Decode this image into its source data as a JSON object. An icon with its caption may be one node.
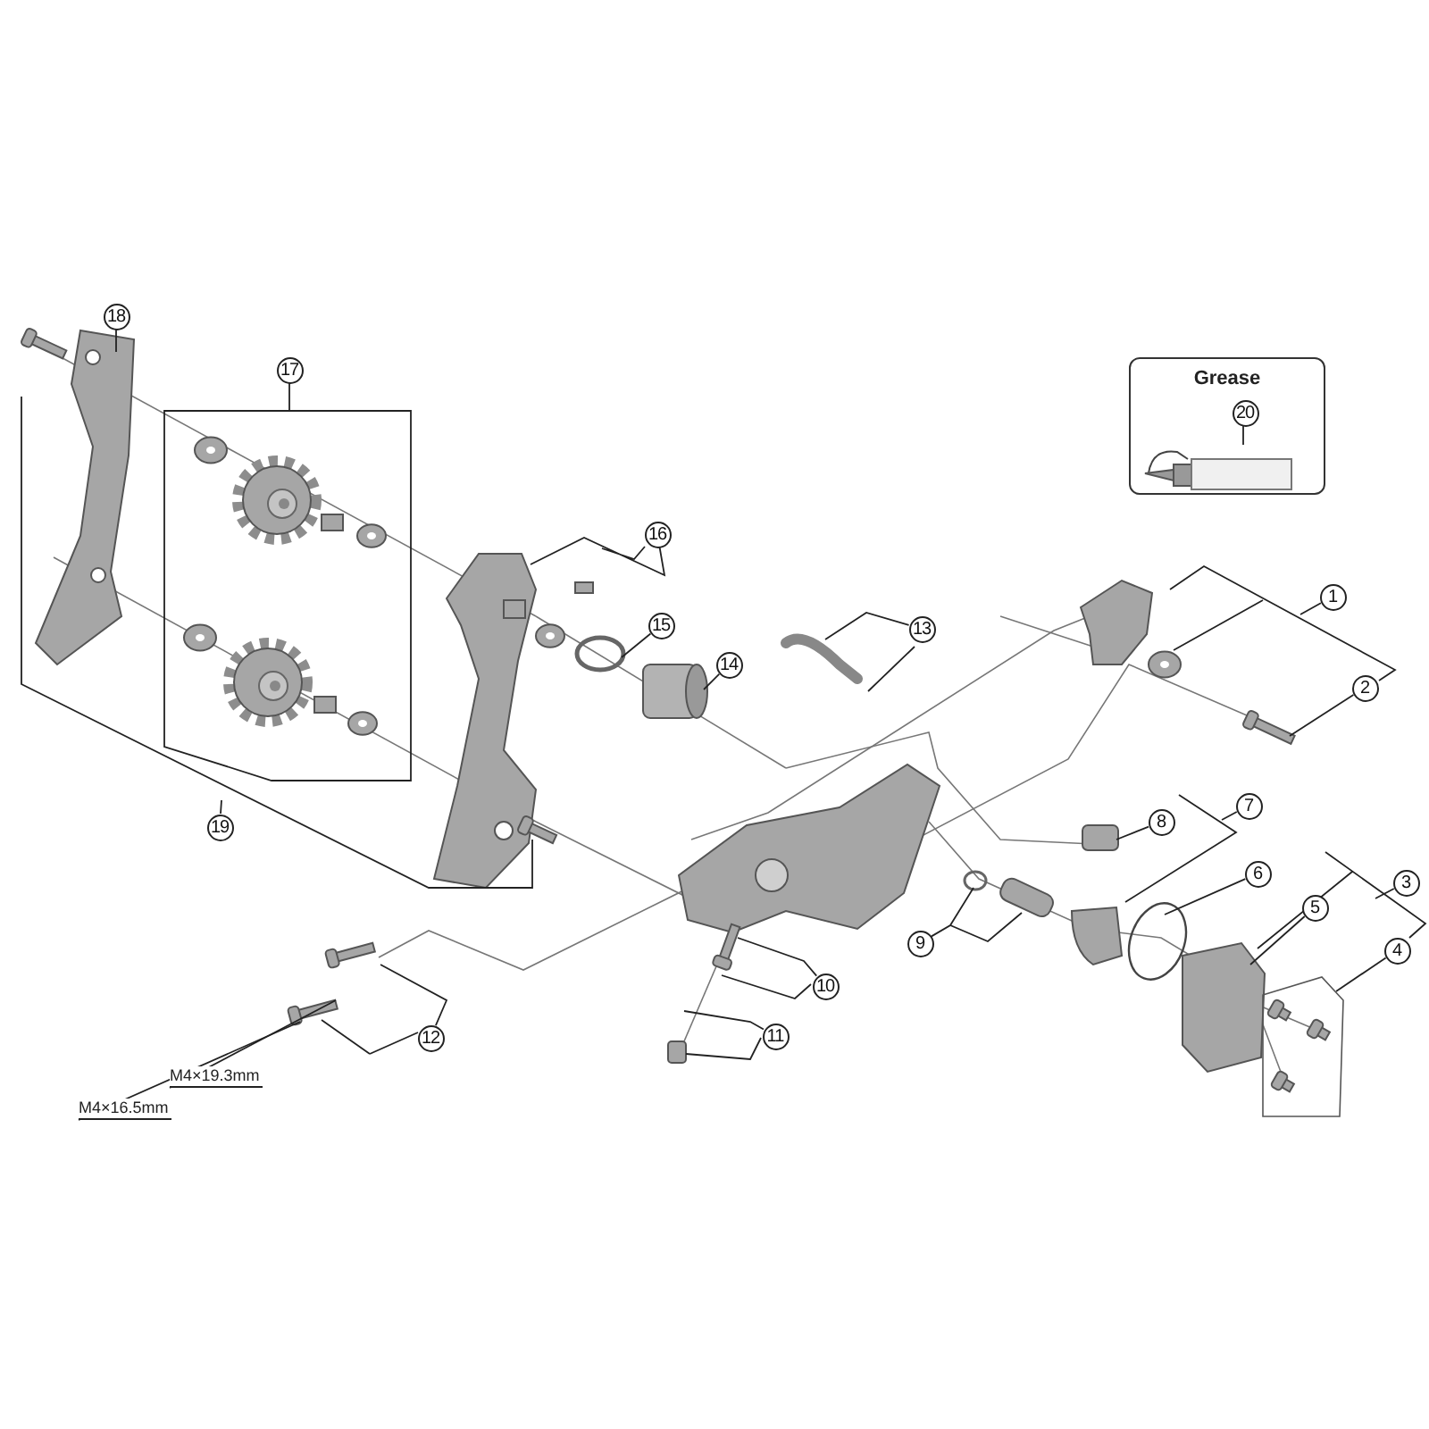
{
  "diagram": {
    "nodes": [
      {
        "text": [
          "Grease"
        ]
      },
      {
        "text": [
          "20"
        ],
        "in": 0
      },
      {
        "text": [
          "1"
        ]
      },
      {
        "text": [
          "2"
        ]
      },
      {
        "text": [
          "3"
        ]
      },
      {
        "text": [
          "4"
        ]
      },
      {
        "text": [
          "5"
        ]
      },
      {
        "text": [
          "6"
        ]
      },
      {
        "text": [
          "7"
        ]
      },
      {
        "text": [
          "8"
        ]
      },
      {
        "text": [
          "9"
        ]
      },
      {
        "text": [
          "10"
        ]
      },
      {
        "text": [
          "11"
        ]
      },
      {
        "text": [
          "12"
        ]
      },
      {
        "text": [
          "13"
        ]
      },
      {
        "text": [
          "14"
        ]
      },
      {
        "text": [
          "15"
        ]
      },
      {
        "text": [
          "16"
        ]
      },
      {
        "text": [
          "17"
        ]
      },
      {
        "text": [
          "18"
        ]
      },
      {
        "text": [
          "19"
        ]
      },
      {
        "text": [
          "M4×19.3mm"
        ]
      },
      {
        "text": [
          "M4×16.5mm"
        ]
      }
    ],
    "edges": [
      {
        "from": 1,
        "to": null,
        "arrow": "none"
      },
      {
        "from": 2,
        "to": null,
        "arrow": "none"
      },
      {
        "from": 3,
        "to": null,
        "arrow": "none"
      },
      {
        "from": 4,
        "to": null,
        "arrow": "none"
      },
      {
        "from": 5,
        "to": null,
        "arrow": "none"
      },
      {
        "from": 6,
        "to": null,
        "arrow": "none"
      },
      {
        "from": 7,
        "to": null,
        "arrow": "none"
      },
      {
        "from": 8,
        "to": null,
        "arrow": "none"
      },
      {
        "from": 9,
        "to": null,
        "arrow": "none"
      },
      {
        "from": 10,
        "to": null,
        "arrow": "none"
      },
      {
        "from": 11,
        "to": null,
        "arrow": "none"
      },
      {
        "from": 12,
        "to": null,
        "arrow": "none"
      },
      {
        "from": 13,
        "to": null,
        "arrow": "none"
      },
      {
        "from": 14,
        "to": null,
        "arrow": "none"
      },
      {
        "from": 15,
        "to": null,
        "arrow": "none"
      },
      {
        "from": 16,
        "to": null,
        "arrow": "none"
      },
      {
        "from": 17,
        "to": null,
        "arrow": "none"
      },
      {
        "from": 18,
        "to": null,
        "arrow": "none"
      },
      {
        "from": 19,
        "to": null,
        "arrow": "none"
      },
      {
        "from": 20,
        "to": null,
        "arrow": "none"
      },
      {
        "from": 21,
        "to": null,
        "arrow": "none"
      },
      {
        "from": 22,
        "to": null,
        "arrow": "none"
      }
    ]
  }
}
